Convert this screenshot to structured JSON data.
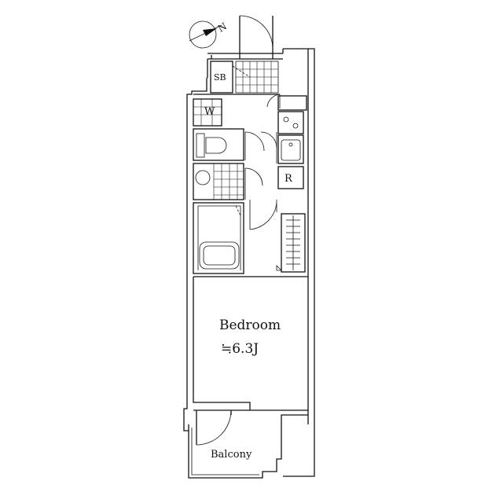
{
  "plan": {
    "rooms": {
      "bedroom_name": "Bedroom",
      "bedroom_size": "≒6.3J",
      "balcony": "Balcony",
      "storage_sb": "SB",
      "washer_w": "W",
      "fridge_r": "R"
    },
    "compass": {
      "north_letter": "N"
    }
  }
}
